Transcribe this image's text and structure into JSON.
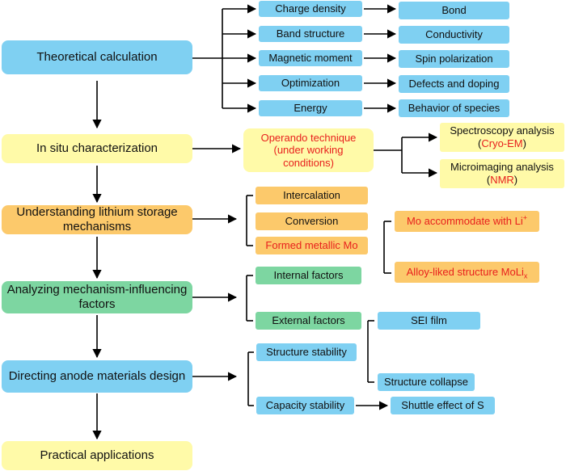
{
  "colors": {
    "blue": "#7fd0f2",
    "yellow": "#fffaa8",
    "orange": "#fcc96b",
    "green": "#7dd6a1",
    "red_text": "#e8201d"
  },
  "main_flow": {
    "theoretical": "Theoretical calculation",
    "in_situ": "In situ characterization",
    "understanding": "Understanding lithium storage mechanisms",
    "analyzing": "Analyzing mechanism-influencing factors",
    "directing": "Directing anode materials design",
    "practical": "Practical applications"
  },
  "calc": {
    "charge_density": "Charge density",
    "band_structure": "Band structure",
    "magnetic_moment": "Magnetic moment",
    "optimization": "Optimization",
    "energy": "Energy",
    "bond": "Bond",
    "conductivity": "Conductivity",
    "spin_polarization": "Spin polarization",
    "defects": "Defects and doping",
    "behavior": "Behavior of species"
  },
  "insitu": {
    "operando_line1": "Operando technique",
    "operando_line2": "(under working",
    "operando_line3": "conditions)",
    "spectro": "Spectroscopy analysis",
    "spectro_paren_open": "(",
    "spectro_red": "Cryo-EM",
    "spectro_paren_close": ")",
    "micro": "Microimaging analysis",
    "micro_paren_open": "(",
    "micro_red": "NMR",
    "micro_paren_close": ")"
  },
  "mechanisms": {
    "intercalation": "Intercalation",
    "conversion": "Conversion",
    "formed_mo": "Formed metallic Mo",
    "mo_accommodate": "Mo accommodate with Li",
    "mo_accommodate_sup": "+",
    "alloy": "Alloy-liked structure MoLi",
    "alloy_sub": "x"
  },
  "factors": {
    "internal": "Internal factors",
    "external": "External factors",
    "sei": "SEI film"
  },
  "design": {
    "structure_stability": "Structure stability",
    "structure_collapse": "Structure collapse",
    "capacity_stability": "Capacity stability",
    "shuttle": "Shuttle effect of S"
  }
}
